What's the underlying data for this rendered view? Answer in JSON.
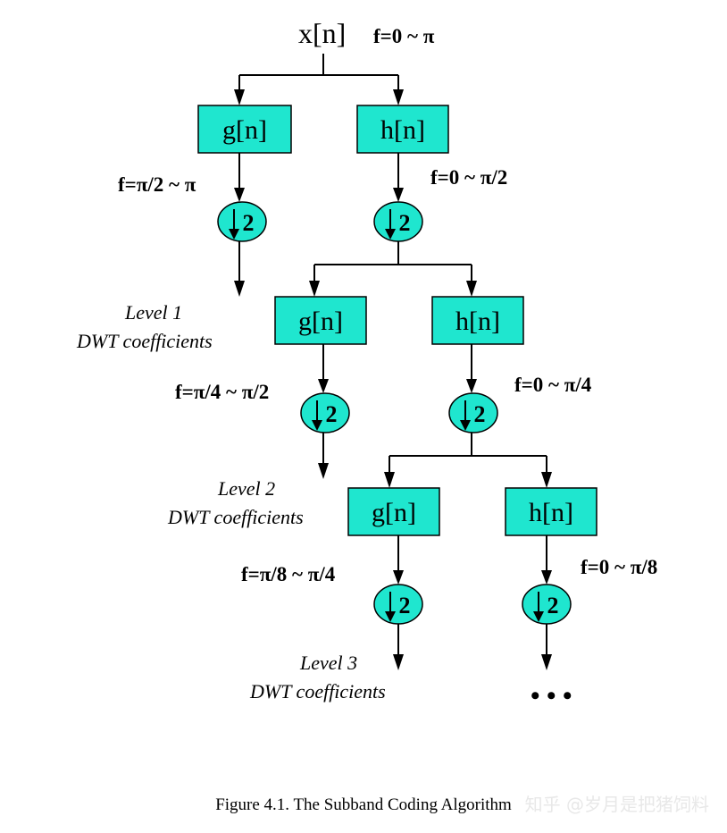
{
  "input": {
    "signal": "x[n]",
    "band": "f=0 ~ π"
  },
  "filters": {
    "lowpass": "g[n]",
    "highpass": "h[n]"
  },
  "downsample": "2",
  "bands": {
    "l1_g": "f=π/2 ~ π",
    "l1_h": "f=0 ~ π/2",
    "l2_g": "f=π/4 ~ π/2",
    "l2_h": "f=0 ~ π/4",
    "l3_g": "f=π/8 ~ π/4",
    "l3_h": "f=0 ~ π/8"
  },
  "levels": [
    {
      "level": "Level 1",
      "text": "DWT coefficients"
    },
    {
      "level": "Level 2",
      "text": "DWT coefficients"
    },
    {
      "level": "Level 3",
      "text": "DWT coefficients"
    }
  ],
  "continuation": "• • •",
  "caption": "Figure 4.1. The Subband Coding Algorithm",
  "watermark": "知乎 @岁月是把猪饲料",
  "colors": {
    "box_fill": "#1fe6cf"
  }
}
